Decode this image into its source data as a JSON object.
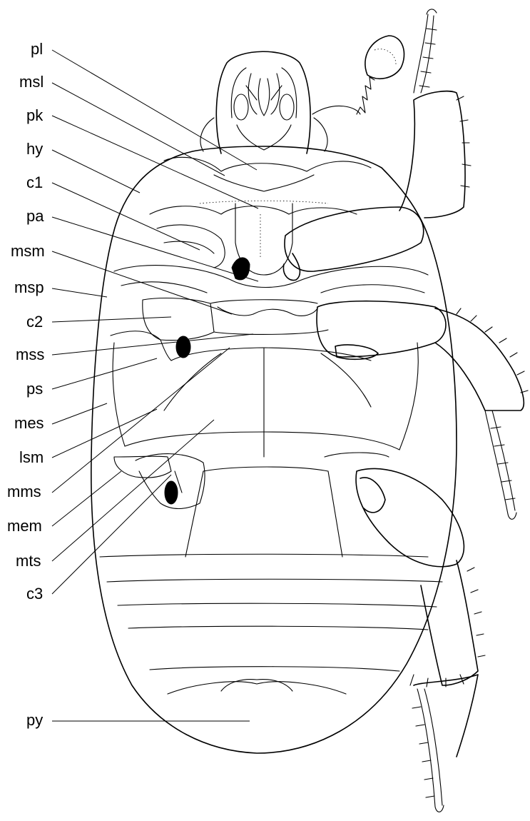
{
  "labels": {
    "pl": "pl",
    "msl": "msl",
    "pk": "pk",
    "hy": "hy",
    "c1": "c1",
    "pa": "pa",
    "msm": "msm",
    "msp": "msp",
    "c2": "c2",
    "mss": "mss",
    "ps": "ps",
    "mes": "mes",
    "lsm": "lsm",
    "mms": "mms",
    "mem": "mem",
    "mts": "mts",
    "c3": "c3",
    "py": "py"
  }
}
